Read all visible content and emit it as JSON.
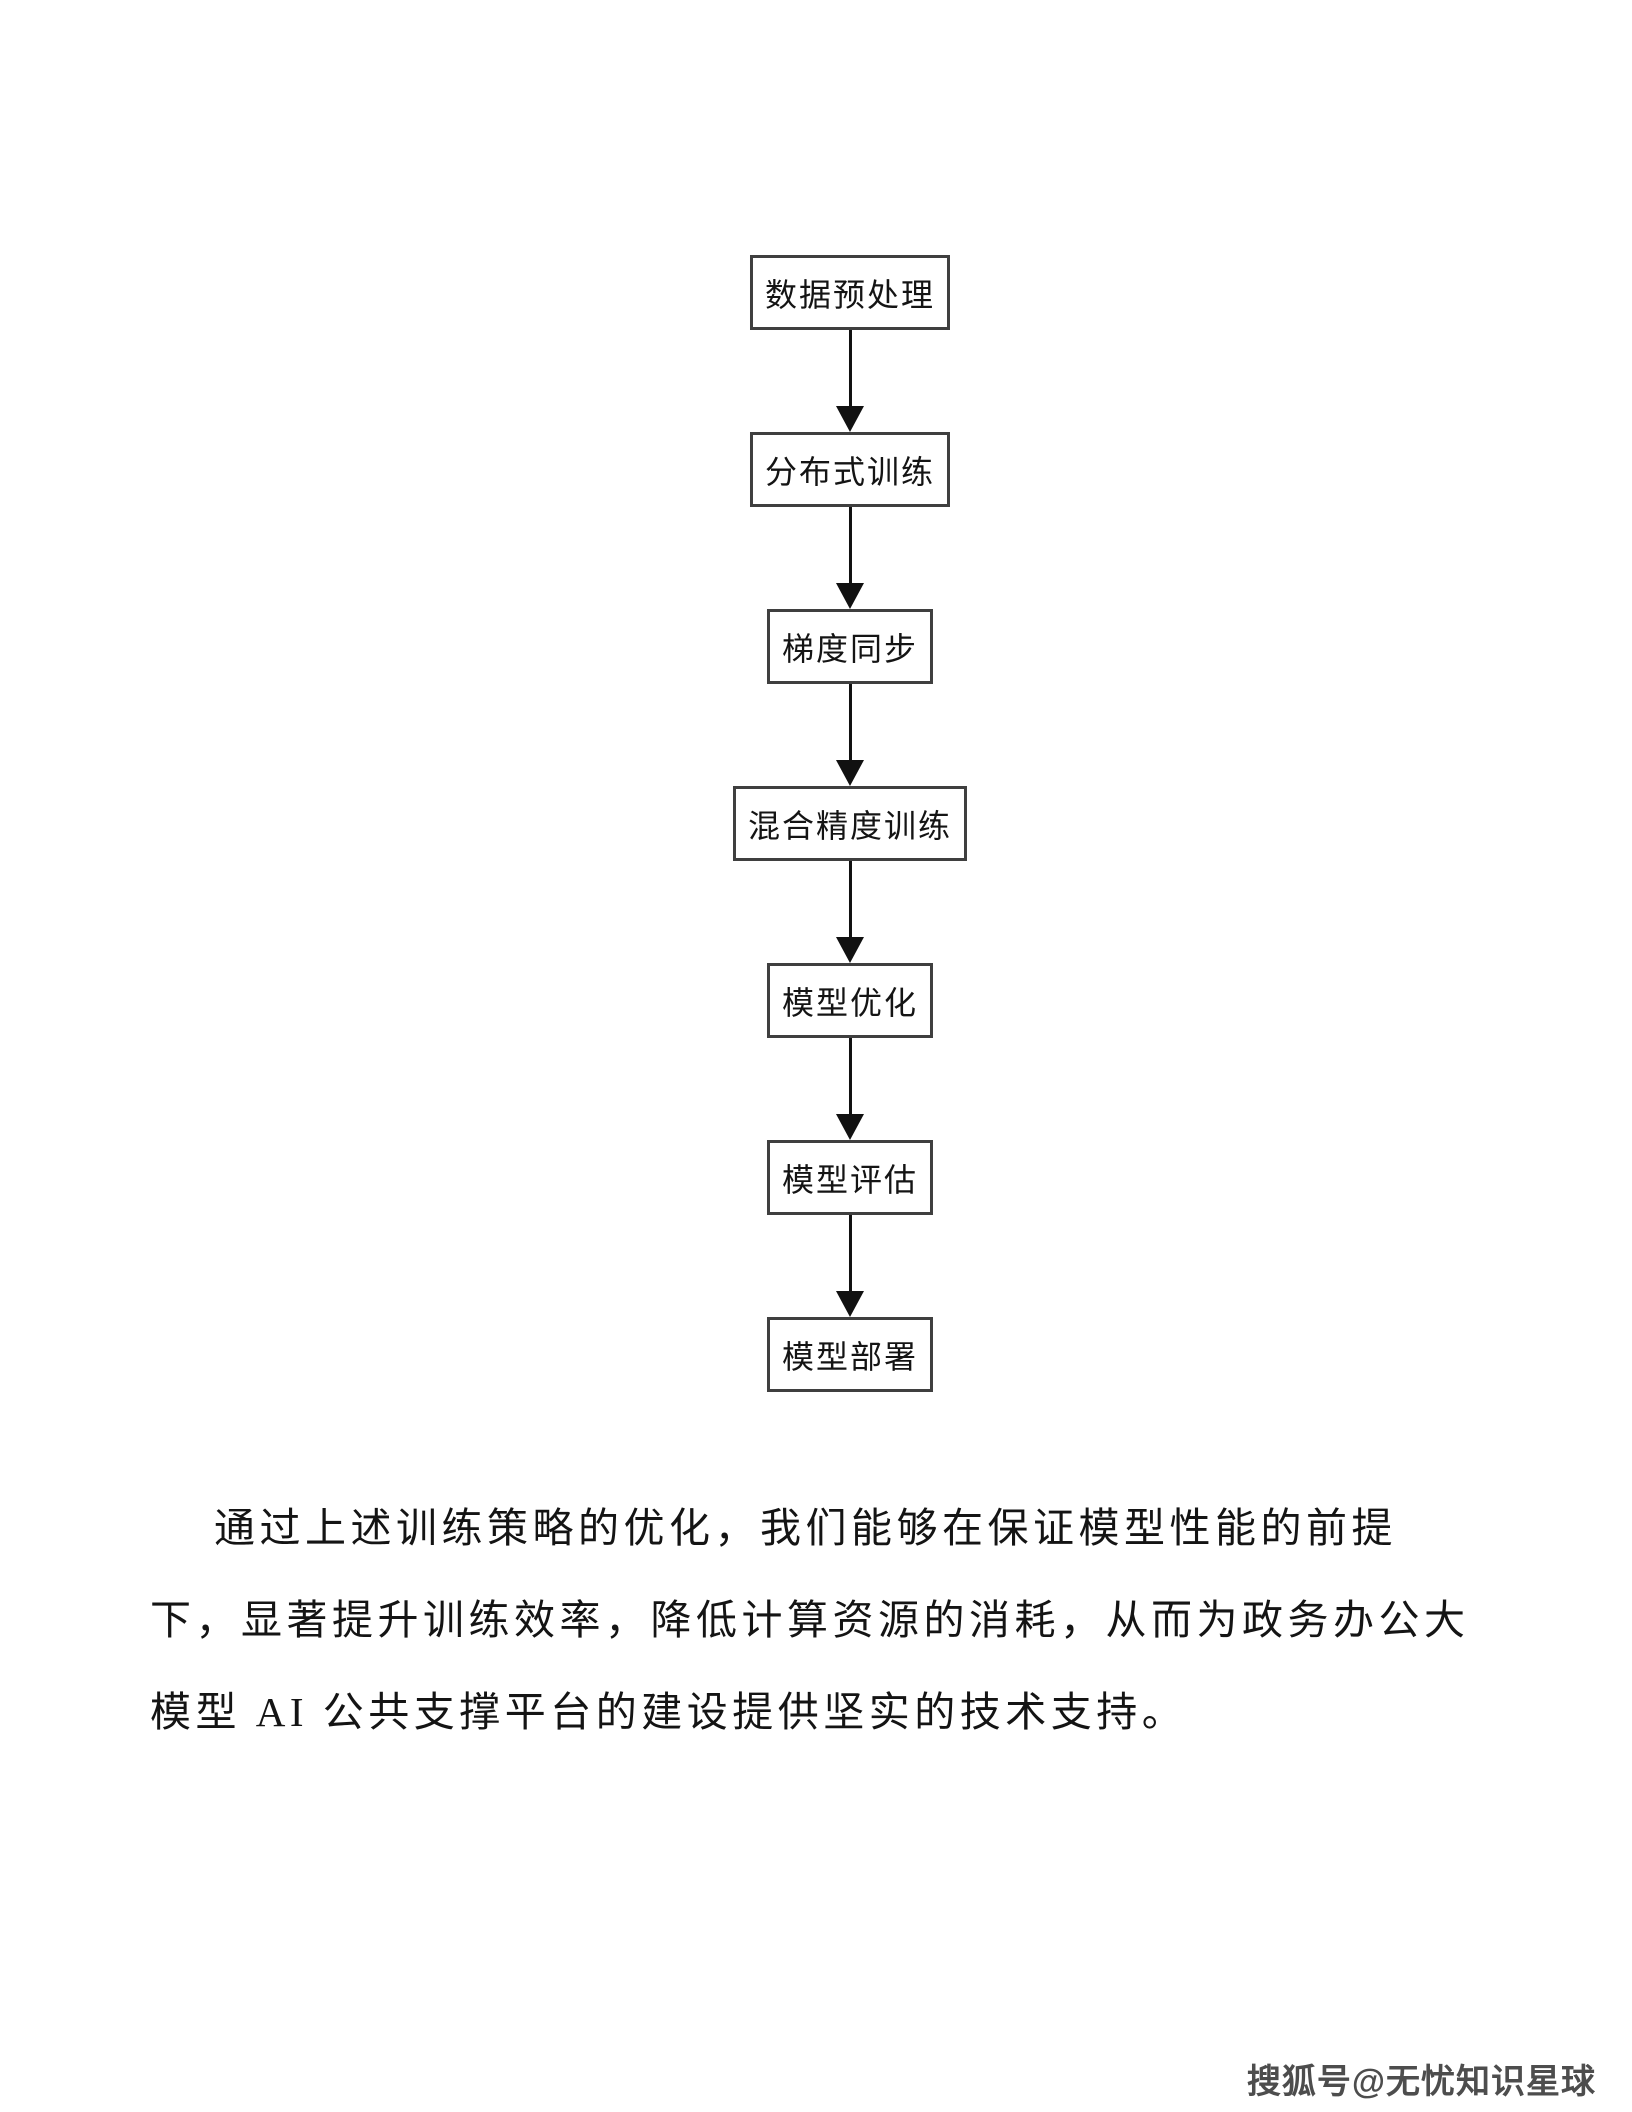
{
  "page": {
    "background_color": "#ffffff",
    "type": "document-page-with-flowchart"
  },
  "flowchart": {
    "direction": "top-down",
    "border_color": "#3f3f3f",
    "arrow_color": "#111111",
    "node_fill": "#ffffff",
    "nodes": [
      {
        "label": "数据预处理"
      },
      {
        "label": "分布式训练"
      },
      {
        "label": "梯度同步"
      },
      {
        "label": "混合精度训练"
      },
      {
        "label": "模型优化"
      },
      {
        "label": "模型评估"
      },
      {
        "label": "模型部署"
      }
    ]
  },
  "paragraph": {
    "full_text": "通过上述训练策略的优化，我们能够在保证模型性能的前提下，显著提升训练效率，降低计算资源的消耗，从而为政务办公大模型 AI 公共支撑平台的建设提供坚实的技术支持。",
    "lines": [
      "通过上述训练策略的优化，我们能够在保证模型性能的前提",
      "下，显著提升训练效率，降低计算资源的消耗，从而为政务办公大",
      "模型 AI 公共支撑平台的建设提供坚实的技术支持。"
    ]
  },
  "watermark": {
    "text": "搜狐号@无忧知识星球",
    "color": "#4d4d4d"
  }
}
